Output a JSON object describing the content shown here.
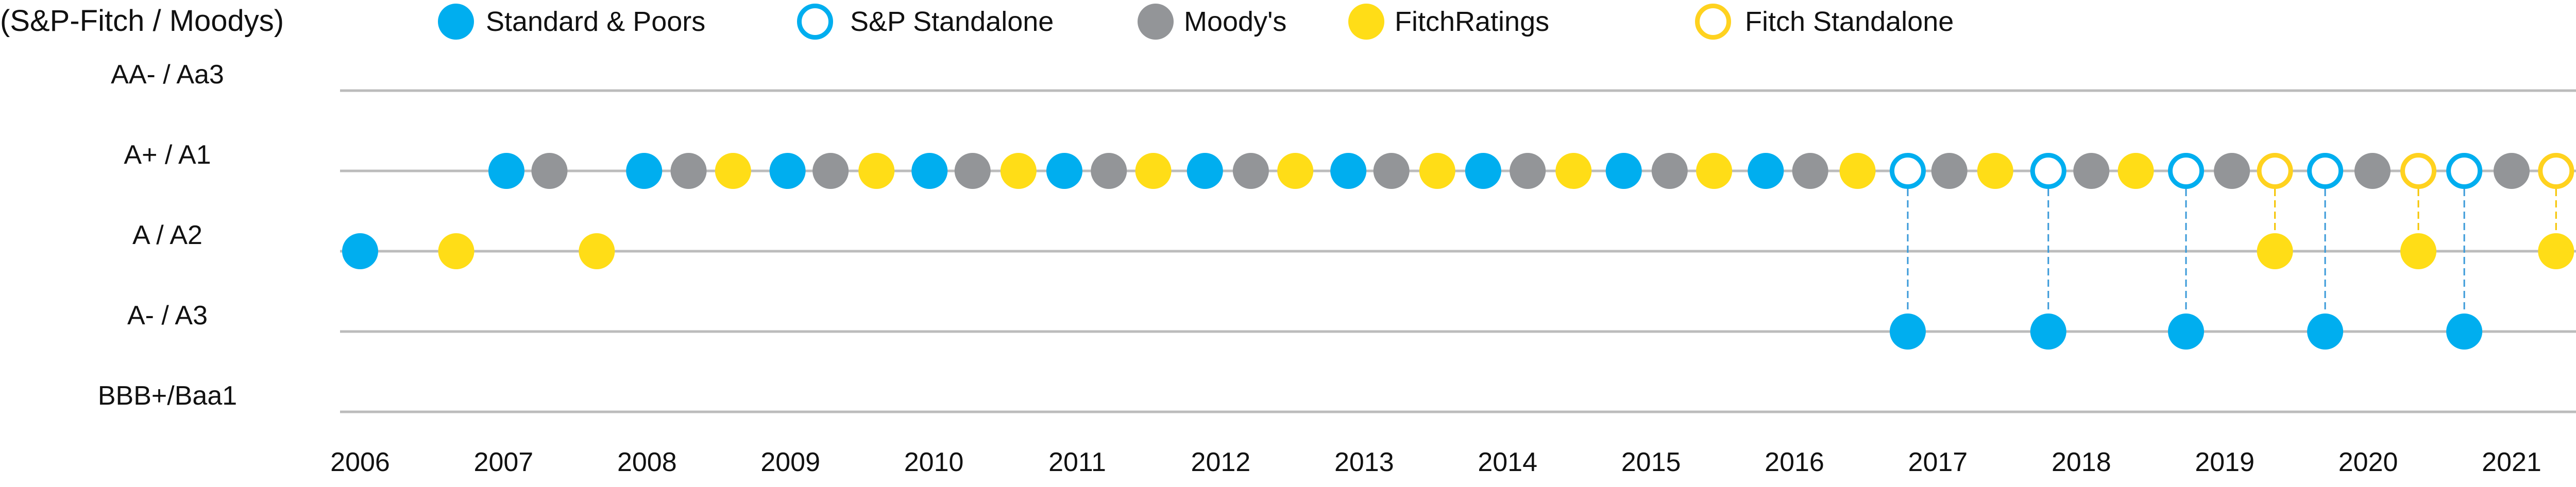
{
  "chart_data": {
    "type": "scatter",
    "title": "(S&P-Fitch / Moodys)",
    "xlabel": "",
    "ylabel": "",
    "xlim": [
      2005.95,
      2021.5
    ],
    "ratings": [
      "BBB+/Baa1",
      "A- / A3",
      "A / A2",
      "A+ / A1",
      "AA- / Aa3"
    ],
    "x_ticks": [
      "2006",
      "2007",
      "2008",
      "2009",
      "2010",
      "2011",
      "2012",
      "2013",
      "2014",
      "2015",
      "2016",
      "2017",
      "2018",
      "2019",
      "2020",
      "2021"
    ],
    "legend_position": "top",
    "legend": [
      {
        "key": "sp",
        "label": "Standard & Poors",
        "style": "filled",
        "color": "#00AEEF"
      },
      {
        "key": "sp_sa",
        "label": "S&P Standalone",
        "style": "open",
        "color": "#00AEEF"
      },
      {
        "key": "moodys",
        "label": "Moody's",
        "style": "filled",
        "color": "#939598"
      },
      {
        "key": "fitch",
        "label": "FitchRatings",
        "style": "filled",
        "color": "#FFDD17"
      },
      {
        "key": "fitch_sa",
        "label": "Fitch Standalone",
        "style": "open",
        "color": "#FFD21F"
      }
    ],
    "points": [
      {
        "x": 2006.0,
        "rating": "A / A2",
        "series": "sp"
      },
      {
        "x": 2006.67,
        "rating": "A / A2",
        "series": "fitch"
      },
      {
        "x": 2007.65,
        "rating": "A / A2",
        "series": "fitch"
      },
      {
        "x": 2007.02,
        "rating": "A+ / A1",
        "series": "sp"
      },
      {
        "x": 2007.32,
        "rating": "A+ / A1",
        "series": "moodys"
      },
      {
        "x": 2007.98,
        "rating": "A+ / A1",
        "series": "sp"
      },
      {
        "x": 2008.29,
        "rating": "A+ / A1",
        "series": "moodys"
      },
      {
        "x": 2008.6,
        "rating": "A+ / A1",
        "series": "fitch"
      },
      {
        "x": 2008.98,
        "rating": "A+ / A1",
        "series": "sp"
      },
      {
        "x": 2009.28,
        "rating": "A+ / A1",
        "series": "moodys"
      },
      {
        "x": 2009.6,
        "rating": "A+ / A1",
        "series": "fitch"
      },
      {
        "x": 2009.97,
        "rating": "A+ / A1",
        "series": "sp"
      },
      {
        "x": 2010.27,
        "rating": "A+ / A1",
        "series": "moodys"
      },
      {
        "x": 2010.59,
        "rating": "A+ / A1",
        "series": "fitch"
      },
      {
        "x": 2010.91,
        "rating": "A+ / A1",
        "series": "sp"
      },
      {
        "x": 2011.22,
        "rating": "A+ / A1",
        "series": "moodys"
      },
      {
        "x": 2011.53,
        "rating": "A+ / A1",
        "series": "fitch"
      },
      {
        "x": 2011.89,
        "rating": "A+ / A1",
        "series": "sp"
      },
      {
        "x": 2012.21,
        "rating": "A+ / A1",
        "series": "moodys"
      },
      {
        "x": 2012.52,
        "rating": "A+ / A1",
        "series": "fitch"
      },
      {
        "x": 2012.89,
        "rating": "A+ / A1",
        "series": "sp"
      },
      {
        "x": 2013.19,
        "rating": "A+ / A1",
        "series": "moodys"
      },
      {
        "x": 2013.51,
        "rating": "A+ / A1",
        "series": "fitch"
      },
      {
        "x": 2013.83,
        "rating": "A+ / A1",
        "series": "sp"
      },
      {
        "x": 2014.14,
        "rating": "A+ / A1",
        "series": "moodys"
      },
      {
        "x": 2014.46,
        "rating": "A+ / A1",
        "series": "fitch"
      },
      {
        "x": 2014.81,
        "rating": "A+ / A1",
        "series": "sp"
      },
      {
        "x": 2015.13,
        "rating": "A+ / A1",
        "series": "moodys"
      },
      {
        "x": 2015.44,
        "rating": "A+ / A1",
        "series": "fitch"
      },
      {
        "x": 2015.8,
        "rating": "A+ / A1",
        "series": "sp"
      },
      {
        "x": 2016.11,
        "rating": "A+ / A1",
        "series": "moodys"
      },
      {
        "x": 2016.44,
        "rating": "A+ / A1",
        "series": "fitch"
      },
      {
        "x": 2016.79,
        "rating": "A+ / A1",
        "series": "sp_sa",
        "link_to": "A- / A3"
      },
      {
        "x": 2017.08,
        "rating": "A+ / A1",
        "series": "moodys"
      },
      {
        "x": 2017.4,
        "rating": "A+ / A1",
        "series": "fitch"
      },
      {
        "x": 2017.77,
        "rating": "A+ / A1",
        "series": "sp_sa",
        "link_to": "A- / A3"
      },
      {
        "x": 2018.07,
        "rating": "A+ / A1",
        "series": "moodys"
      },
      {
        "x": 2018.38,
        "rating": "A+ / A1",
        "series": "fitch"
      },
      {
        "x": 2018.73,
        "rating": "A+ / A1",
        "series": "sp_sa",
        "link_to": "A- / A3"
      },
      {
        "x": 2019.05,
        "rating": "A+ / A1",
        "series": "moodys"
      },
      {
        "x": 2019.35,
        "rating": "A+ / A1",
        "series": "fitch_sa",
        "link_to": "A / A2"
      },
      {
        "x": 2019.7,
        "rating": "A+ / A1",
        "series": "sp_sa",
        "link_to": "A- / A3"
      },
      {
        "x": 2020.03,
        "rating": "A+ / A1",
        "series": "moodys"
      },
      {
        "x": 2020.35,
        "rating": "A+ / A1",
        "series": "fitch_sa",
        "link_to": "A / A2"
      },
      {
        "x": 2020.67,
        "rating": "A+ / A1",
        "series": "sp_sa",
        "link_to": "A- / A3"
      },
      {
        "x": 2021.0,
        "rating": "A+ / A1",
        "series": "moodys"
      },
      {
        "x": 2021.31,
        "rating": "A+ / A1",
        "series": "fitch_sa",
        "link_to": "A / A2"
      },
      {
        "x": 2016.79,
        "rating": "A- / A3",
        "series": "sp"
      },
      {
        "x": 2017.77,
        "rating": "A- / A3",
        "series": "sp"
      },
      {
        "x": 2018.73,
        "rating": "A- / A3",
        "series": "sp"
      },
      {
        "x": 2019.7,
        "rating": "A- / A3",
        "series": "sp"
      },
      {
        "x": 2020.67,
        "rating": "A- / A3",
        "series": "sp"
      },
      {
        "x": 2019.35,
        "rating": "A / A2",
        "series": "fitch"
      },
      {
        "x": 2020.35,
        "rating": "A / A2",
        "series": "fitch"
      },
      {
        "x": 2021.31,
        "rating": "A / A2",
        "series": "fitch"
      }
    ]
  }
}
